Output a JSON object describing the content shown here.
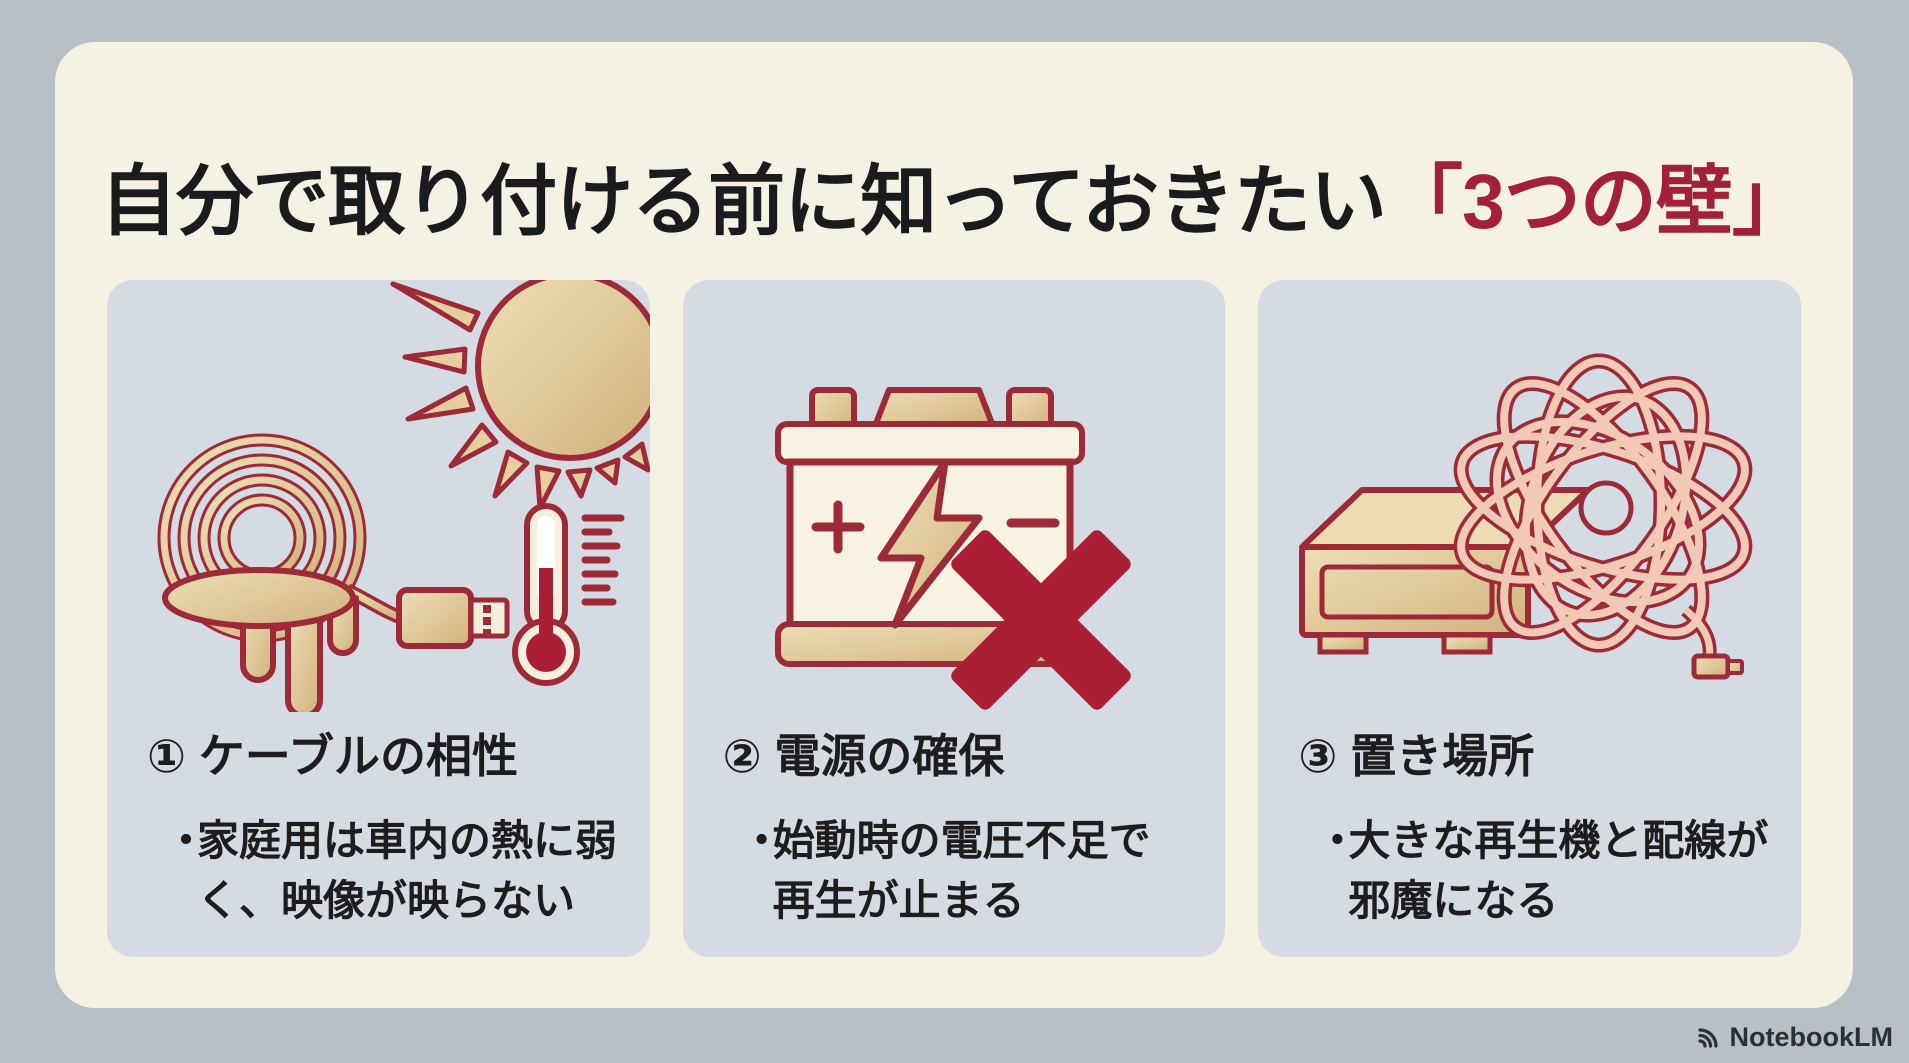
{
  "title": {
    "black": "自分で取り付ける前に知っておきたい",
    "red": "「3つの壁」"
  },
  "cards": [
    {
      "id": "cable-compatibility",
      "icon": "melting-cable-sun-thermometer-icon",
      "heading": "① ケーブルの相性",
      "bullet": "・",
      "body": "家庭用は車内の熱に弱\nく、映像が映らない"
    },
    {
      "id": "power-supply",
      "icon": "car-battery-cross-icon",
      "heading": "② 電源の確保",
      "bullet": "・",
      "body": "始動時の電圧不足で\n再生が止まる"
    },
    {
      "id": "placement",
      "icon": "player-box-tangled-cable-icon",
      "heading": "③ 置き場所",
      "bullet": "・",
      "body": "大きな再生機と配線が\n邪魔になる"
    }
  ],
  "footer": {
    "brand": "NotebookLM",
    "icon": "notebooklm-logo-icon"
  },
  "colors": {
    "background": "#b7c0c5",
    "panel": "#f6f2e3",
    "card": "#d5dbe2",
    "text": "#1d1d1f",
    "accent_red": "#a22038",
    "icon_outline": "#9d2a37",
    "icon_tan": "#ddc393",
    "icon_cream": "#f8f2e2",
    "crimson": "#ab1f35",
    "cable_pink": "#f2c8b6"
  }
}
